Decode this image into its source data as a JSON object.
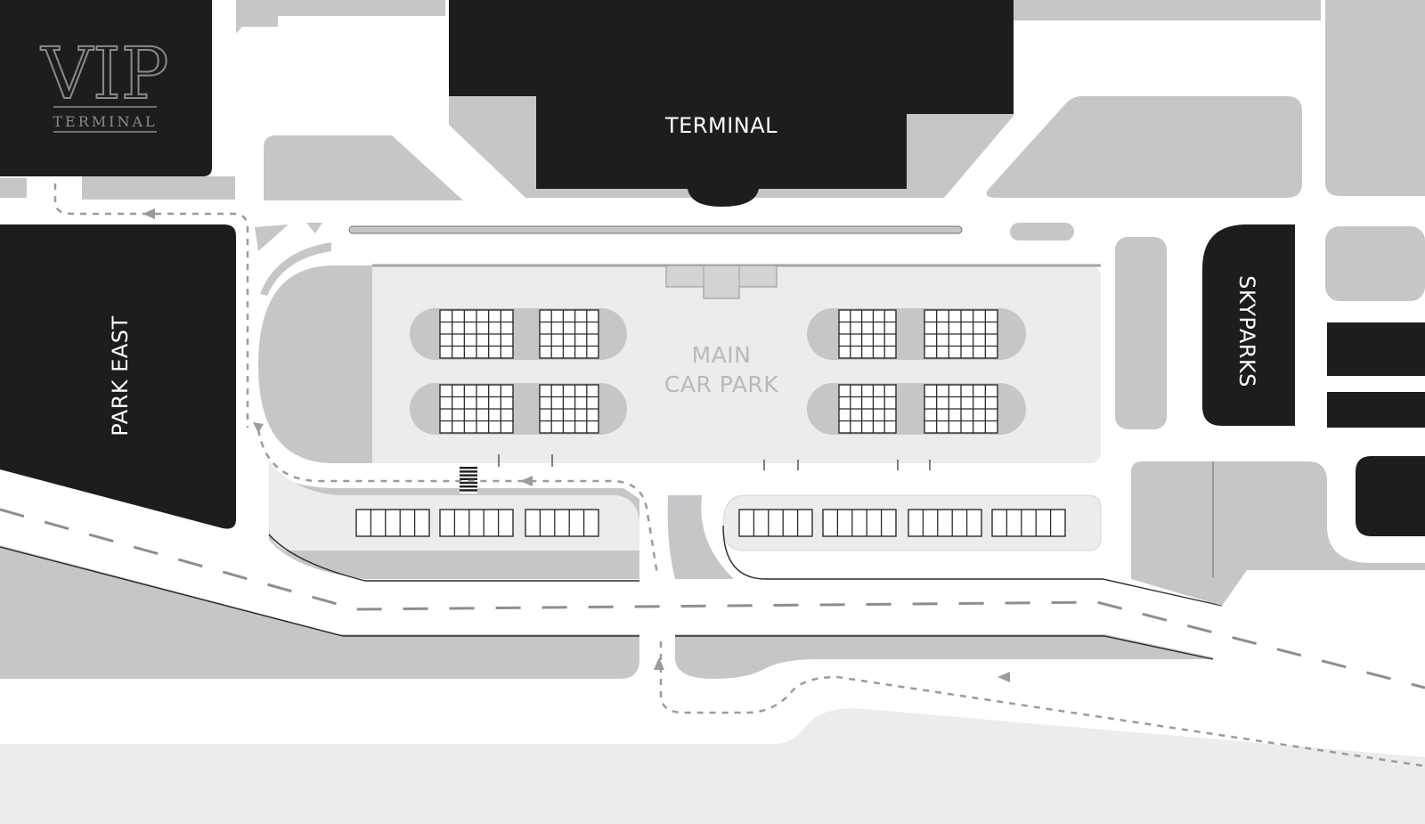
{
  "labels": {
    "terminal": "TERMINAL",
    "park_east": "PARK EAST",
    "skyparks": "SKYPARKS",
    "main_car_park_line1": "MAIN",
    "main_car_park_line2": "CAR PARK",
    "vip_logo_main": "VIP",
    "vip_logo_sub": "TERMINAL"
  },
  "colors": {
    "building_dark": "#1d1d1b",
    "block_grey": "#c5c6c8",
    "car_park_light": "#ececec",
    "road": "#ffffff",
    "route_dashes": "#9b9b9b"
  },
  "icons": {
    "route_arrow": "triangle-arrow",
    "parking_bays": "grid-bays",
    "pedestrian_crossing": "zebra-crossing"
  }
}
